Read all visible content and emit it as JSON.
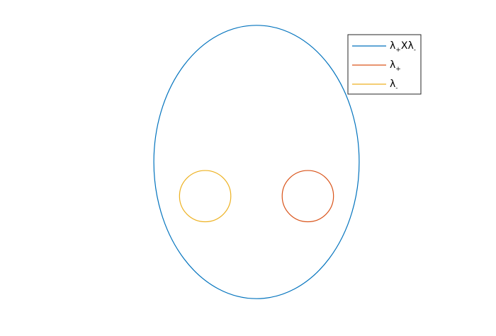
{
  "chart_data": {
    "type": "line",
    "title": "",
    "xlabel": "",
    "ylabel": "",
    "axes_visible": false,
    "grid": false,
    "legend_placement": "top-right",
    "xlim": [
      -2.2,
      2.2
    ],
    "ylim": [
      -1.5,
      1.5
    ],
    "series": [
      {
        "key": "product",
        "color": "#0072BD",
        "shape": "ellipse",
        "center": [
          0,
          0
        ],
        "radii": [
          0.9,
          1.2
        ],
        "legend": {
          "base": "λ",
          "sub1": "+",
          "op": "X",
          "base2": "λ",
          "sub2": "-"
        }
      },
      {
        "key": "plus",
        "color": "#D95319",
        "shape": "ellipse",
        "center": [
          0.45,
          -0.3
        ],
        "radii": [
          0.225,
          0.225
        ],
        "legend": {
          "base": "λ",
          "sub1": "+"
        }
      },
      {
        "key": "minus",
        "color": "#EDB120",
        "shape": "ellipse",
        "center": [
          -0.45,
          -0.3
        ],
        "radii": [
          0.225,
          0.225
        ],
        "legend": {
          "base": "λ",
          "sub1": "-"
        }
      }
    ]
  }
}
